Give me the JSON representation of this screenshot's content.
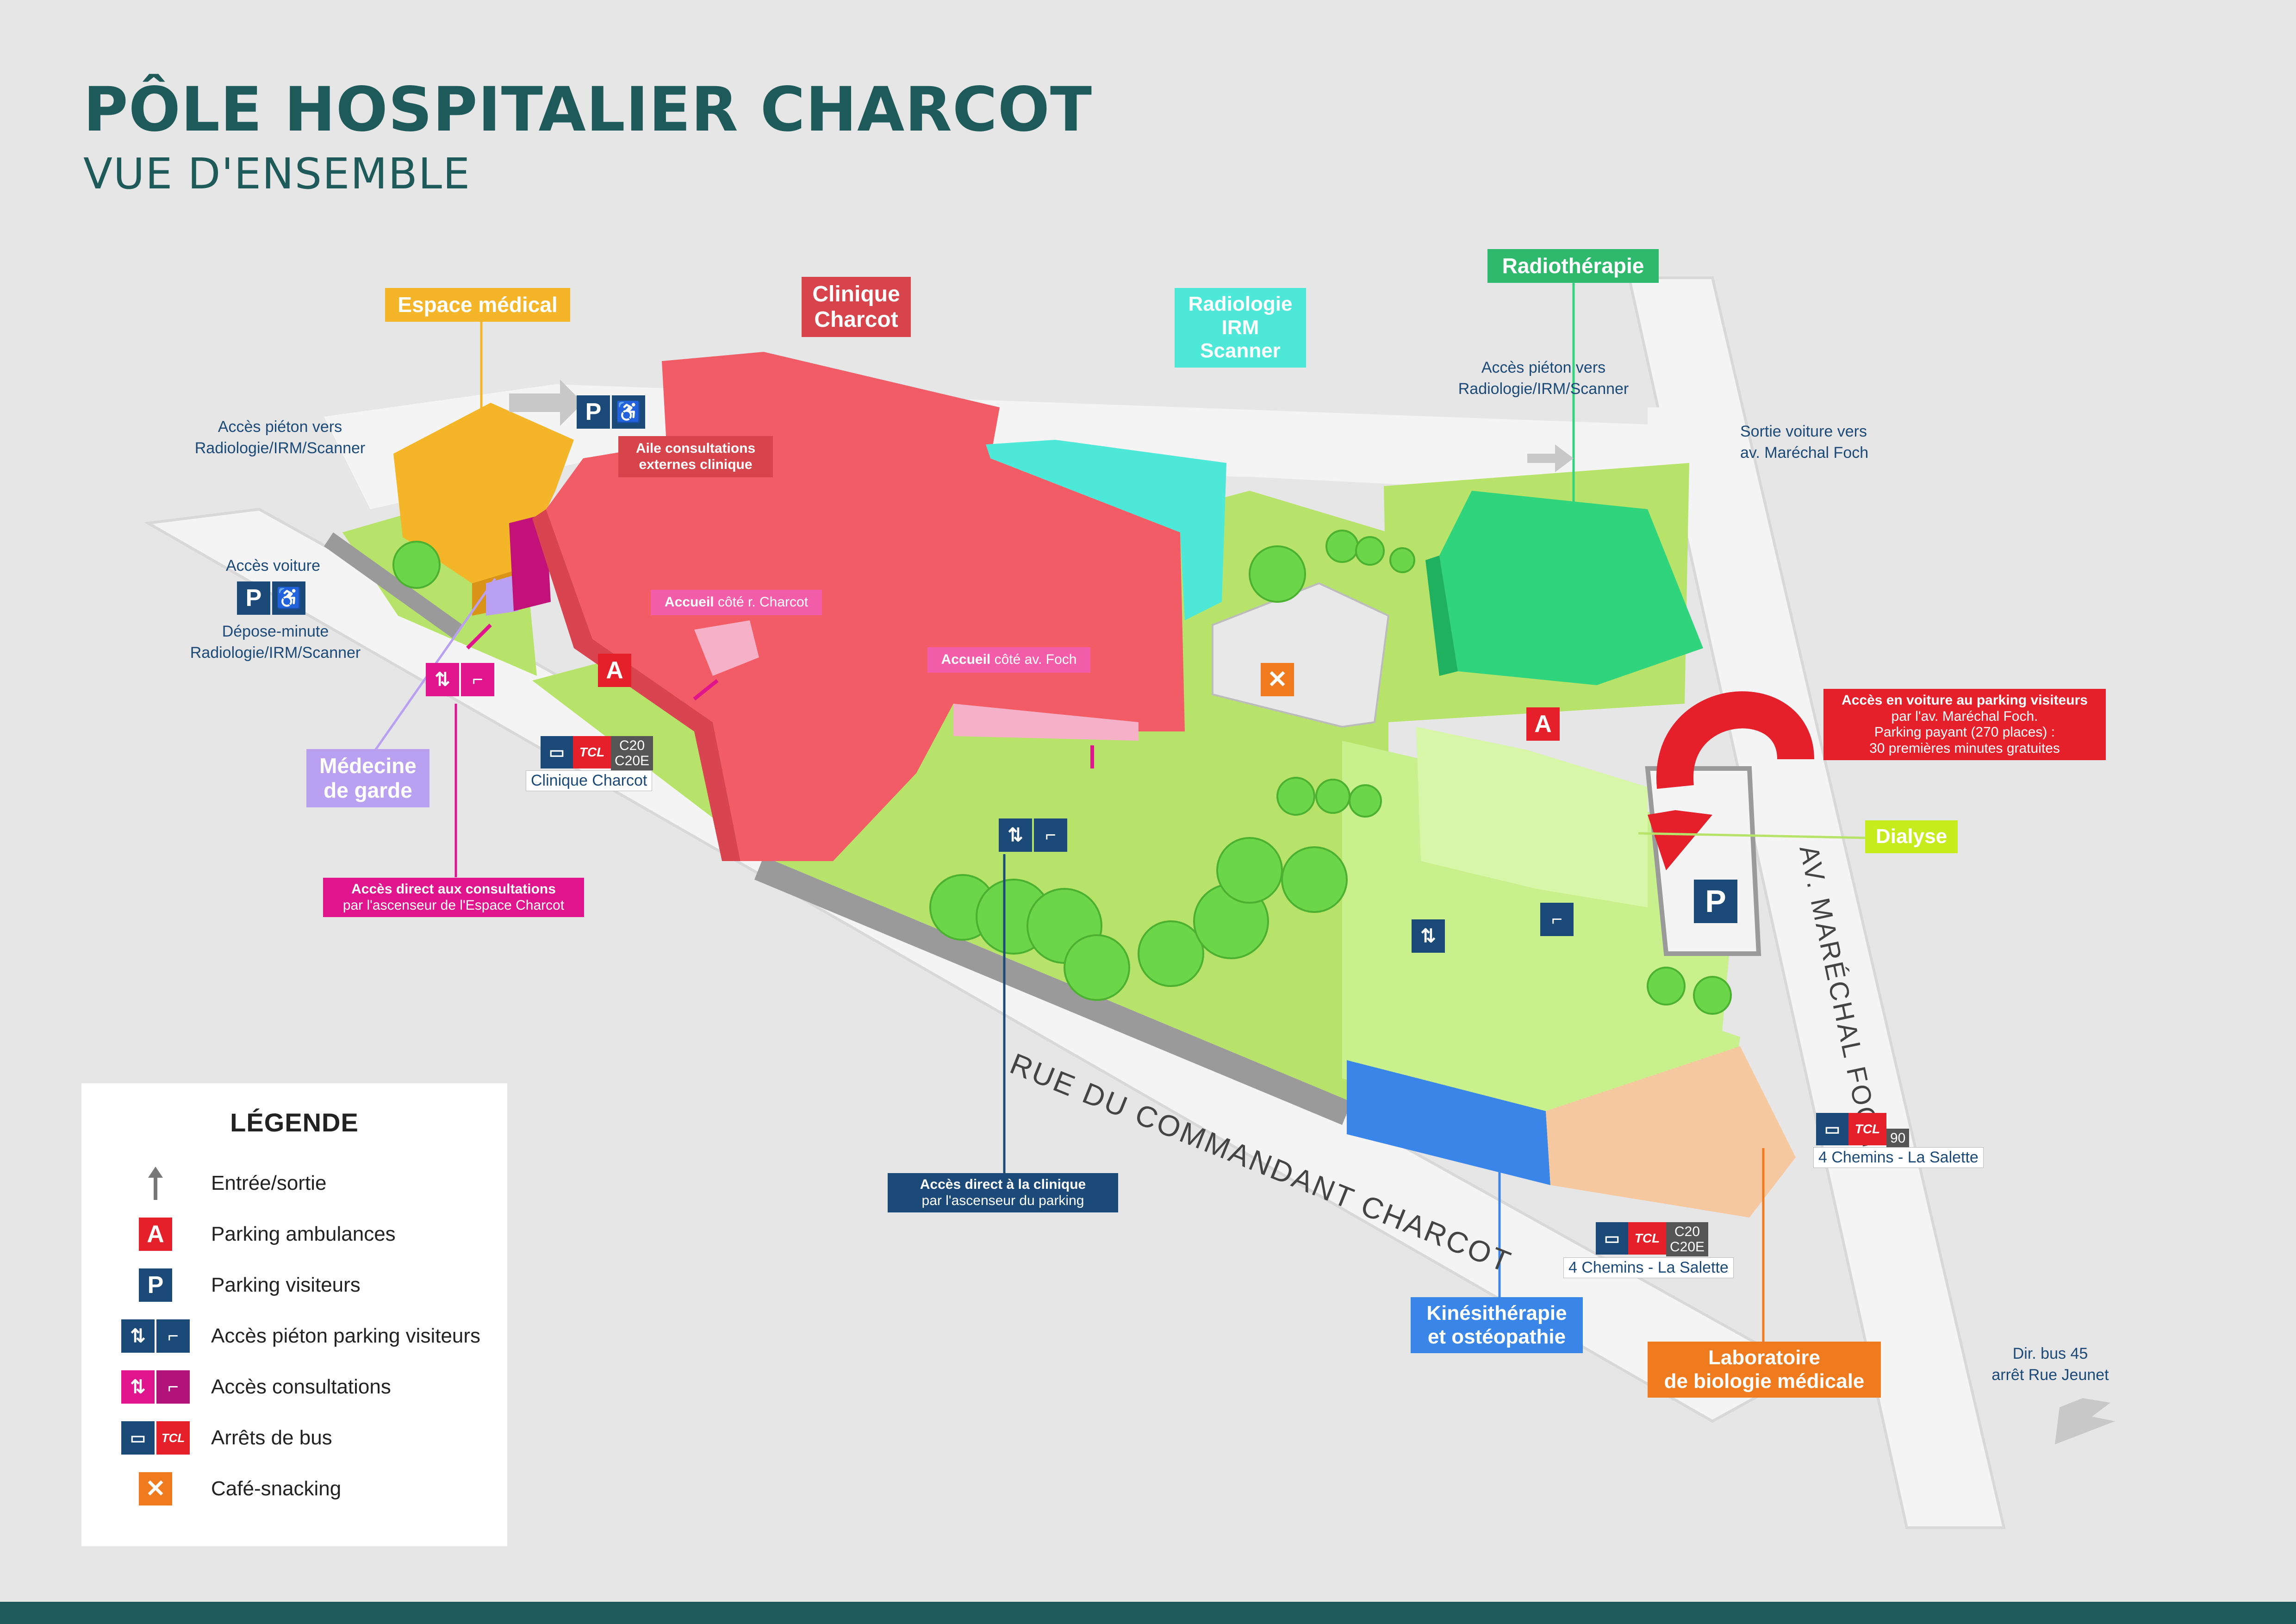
{
  "header": {
    "title": "PÔLE HOSPITALIER CHARCOT",
    "subtitle": "VUE D'ENSEMBLE"
  },
  "colors": {
    "teal": "#1e5a5a",
    "navy": "#1c4a78",
    "pink": "#e0148c",
    "red": "#e5202a",
    "orange": "#f07a1e",
    "green_grass": "#b7e36a",
    "building_red": "#f25c66",
    "building_yellow": "#f4b528",
    "building_cyan": "#4ee8d8",
    "building_green": "#2fd47c",
    "building_light_green": "#c8f08c",
    "building_peach": "#f6c8a0",
    "building_lavender": "#b9a0f0"
  },
  "buildings": {
    "espace_medical": "Espace médical",
    "clinique_charcot": [
      "Clinique",
      "Charcot"
    ],
    "radiologie": [
      "Radiologie",
      "IRM",
      "Scanner"
    ],
    "radiotherapie": "Radiothérapie",
    "medecine_de_garde": [
      "Médecine",
      "de garde"
    ],
    "dialyse": "Dialyse",
    "kinesitherapie": [
      "Kinésithérapie",
      "et ostéopathie"
    ],
    "laboratoire": [
      "Laboratoire",
      "de biologie médicale"
    ],
    "aile_consultations": [
      "Aile consultations",
      "externes clinique"
    ],
    "accueil_charcot": {
      "bold": "Accueil",
      "rest": " côté r. Charcot"
    },
    "accueil_foch": {
      "bold": "Accueil",
      "rest": " côté av. Foch"
    }
  },
  "annotations": {
    "acces_pieton_left": [
      "Accès piéton vers",
      "Radiologie/IRM/Scanner"
    ],
    "acces_voiture": "Accès voiture",
    "depose_minute": [
      "Dépose-minute",
      "Radiologie/IRM/Scanner"
    ],
    "acces_pieton_right": [
      "Accès piéton vers",
      "Radiologie/IRM/Scanner"
    ],
    "sortie_voiture": [
      "Sortie voiture vers",
      "av. Maréchal Foch"
    ],
    "acces_direct_consultations": {
      "title": "Accès direct aux consultations",
      "sub": "par l'ascenseur de l'Espace Charcot"
    },
    "acces_direct_clinique": {
      "title": "Accès direct à la clinique",
      "sub": "par l'ascenseur du parking"
    },
    "acces_voiture_parking": {
      "title": "Accès en voiture au parking visiteurs",
      "lines": [
        "par l'av. Maréchal Foch.",
        "Parking payant (270 places) :",
        "30 premières minutes gratuites"
      ]
    },
    "dir_bus": [
      "Dir. bus 45",
      "arrêt Rue Jeunet"
    ]
  },
  "roads": {
    "commandant_charcot": "RUE DU COMMANDANT CHARCOT",
    "marechal_foch": "AV. MARÉCHAL FOCH"
  },
  "bus_stops": [
    {
      "name": "Clinique Charcot",
      "lines": [
        "C20",
        "C20E"
      ]
    },
    {
      "name": "4 Chemins - La Salette",
      "lines": [
        "90"
      ]
    },
    {
      "name": "4 Chemins - La Salette",
      "lines": [
        "C20",
        "C20E"
      ]
    }
  ],
  "icons": {
    "parking": "P",
    "ambulance": "A",
    "tcl": "TCL",
    "wheelchair": "♿",
    "elevator": "⇅",
    "stairs": "⌐",
    "cafe": "✕"
  },
  "legend": {
    "title": "LÉGENDE",
    "items": [
      {
        "icon": "entry-arrow-icon",
        "label": "Entrée/sortie"
      },
      {
        "icon": "ambulance-parking-icon",
        "label": "Parking ambulances"
      },
      {
        "icon": "visitor-parking-icon",
        "label": "Parking visiteurs"
      },
      {
        "icon": "pedestrian-access-parking-icon",
        "label": "Accès piéton parking visiteurs"
      },
      {
        "icon": "consultation-access-icon",
        "label": "Accès consultations"
      },
      {
        "icon": "bus-stop-icon",
        "label": "Arrêts de bus"
      },
      {
        "icon": "cafe-icon",
        "label": "Café-snacking"
      }
    ]
  }
}
